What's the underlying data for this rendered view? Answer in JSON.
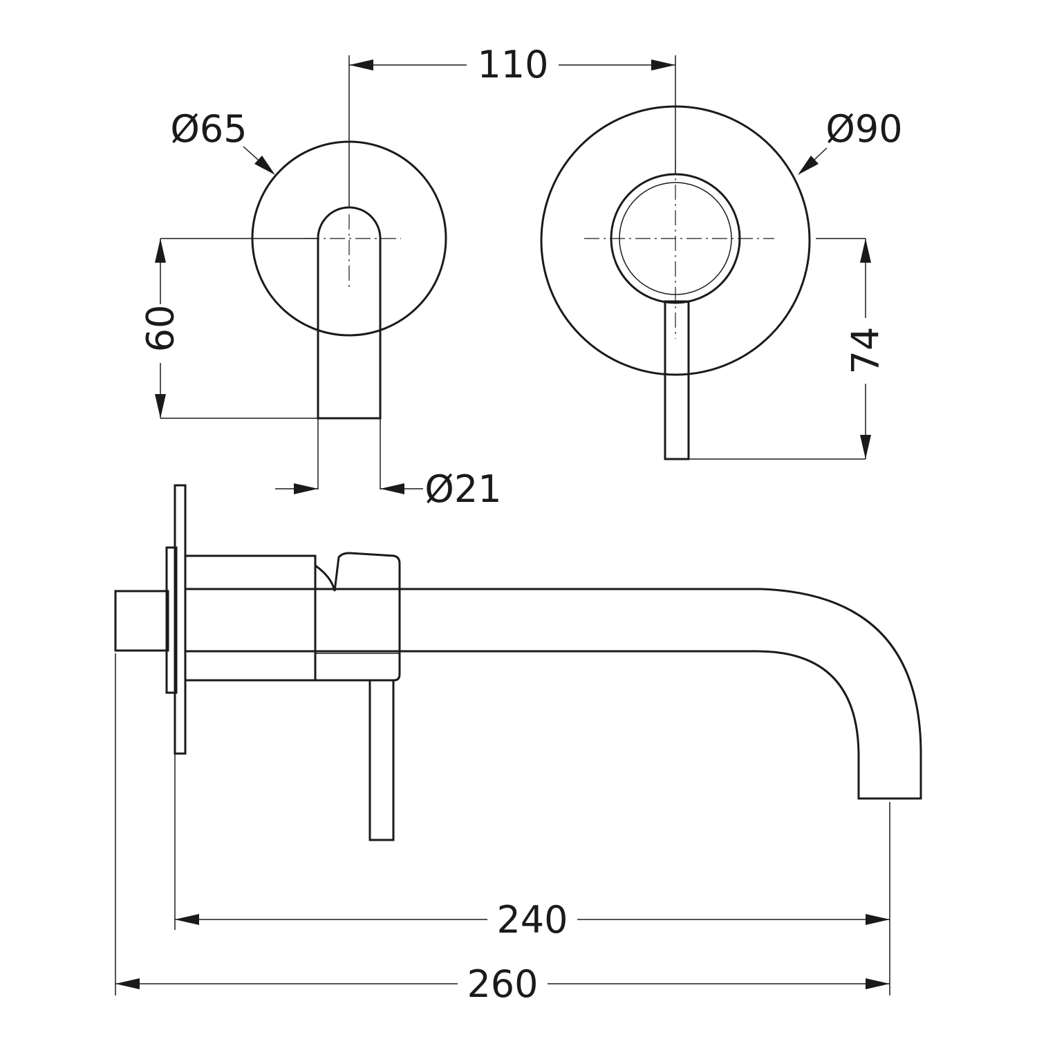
{
  "dimensions": {
    "spacing": "110",
    "spout_rosette_diameter": "Ø65",
    "mixer_rosette_diameter": "Ø90",
    "spout_pipe_diameter": "Ø21",
    "spout_projection_height": "60",
    "lever_height": "74",
    "spout_reach": "240",
    "overall_length": "260"
  },
  "colors": {
    "line": "#1a1a1a",
    "background": "#ffffff"
  }
}
